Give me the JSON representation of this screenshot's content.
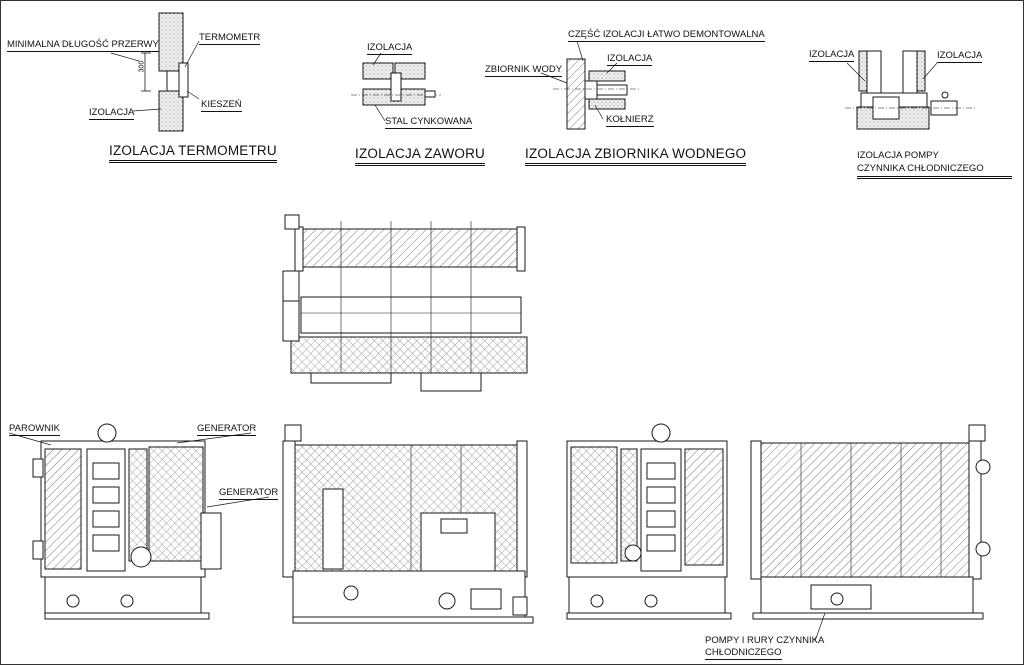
{
  "details": {
    "thermometer": {
      "caption": "IZOLACJA TERMOMETRU",
      "min_gap": "MINIMALNA DŁUGOŚĆ PRZERWY",
      "thermometer": "TERMOMETR",
      "dimension": "300",
      "insulation": "IZOLACJA",
      "pocket": "KIESZEŃ"
    },
    "valve": {
      "caption": "IZOLACJA ZAWORU",
      "insulation": "IZOLACJA",
      "galvanized_steel": "STAL CYNKOWANA"
    },
    "water_box": {
      "caption": "IZOLACJA ZBIORNIKA WODNEGO",
      "removable_part": "CZĘŚĆ IZOLACJI ŁATWO DEMONTOWALNA",
      "water_box": "ZBIORNIK WODY",
      "insulation": "IZOLACJA",
      "flange": "KOŁNIERZ"
    },
    "pump": {
      "insulation_left": "IZOLACJA",
      "insulation_right": "IZOLACJA",
      "caption_line1": "IZOLACJA POMPY",
      "caption_line2": "CZYNNIKA CHŁODNICZEGO"
    }
  },
  "views": {
    "evaporator": "PAROWNIK",
    "generator_1": "GENERATOR",
    "generator_2": "GENERATOR",
    "pumps_line1": "POMPY I RURY CZYNNIKA",
    "pumps_line2": "CHŁODNICZEGO"
  },
  "colors": {
    "line": "#1a1a1a",
    "hatch": "#555555",
    "fill": "#e6e6e6"
  }
}
